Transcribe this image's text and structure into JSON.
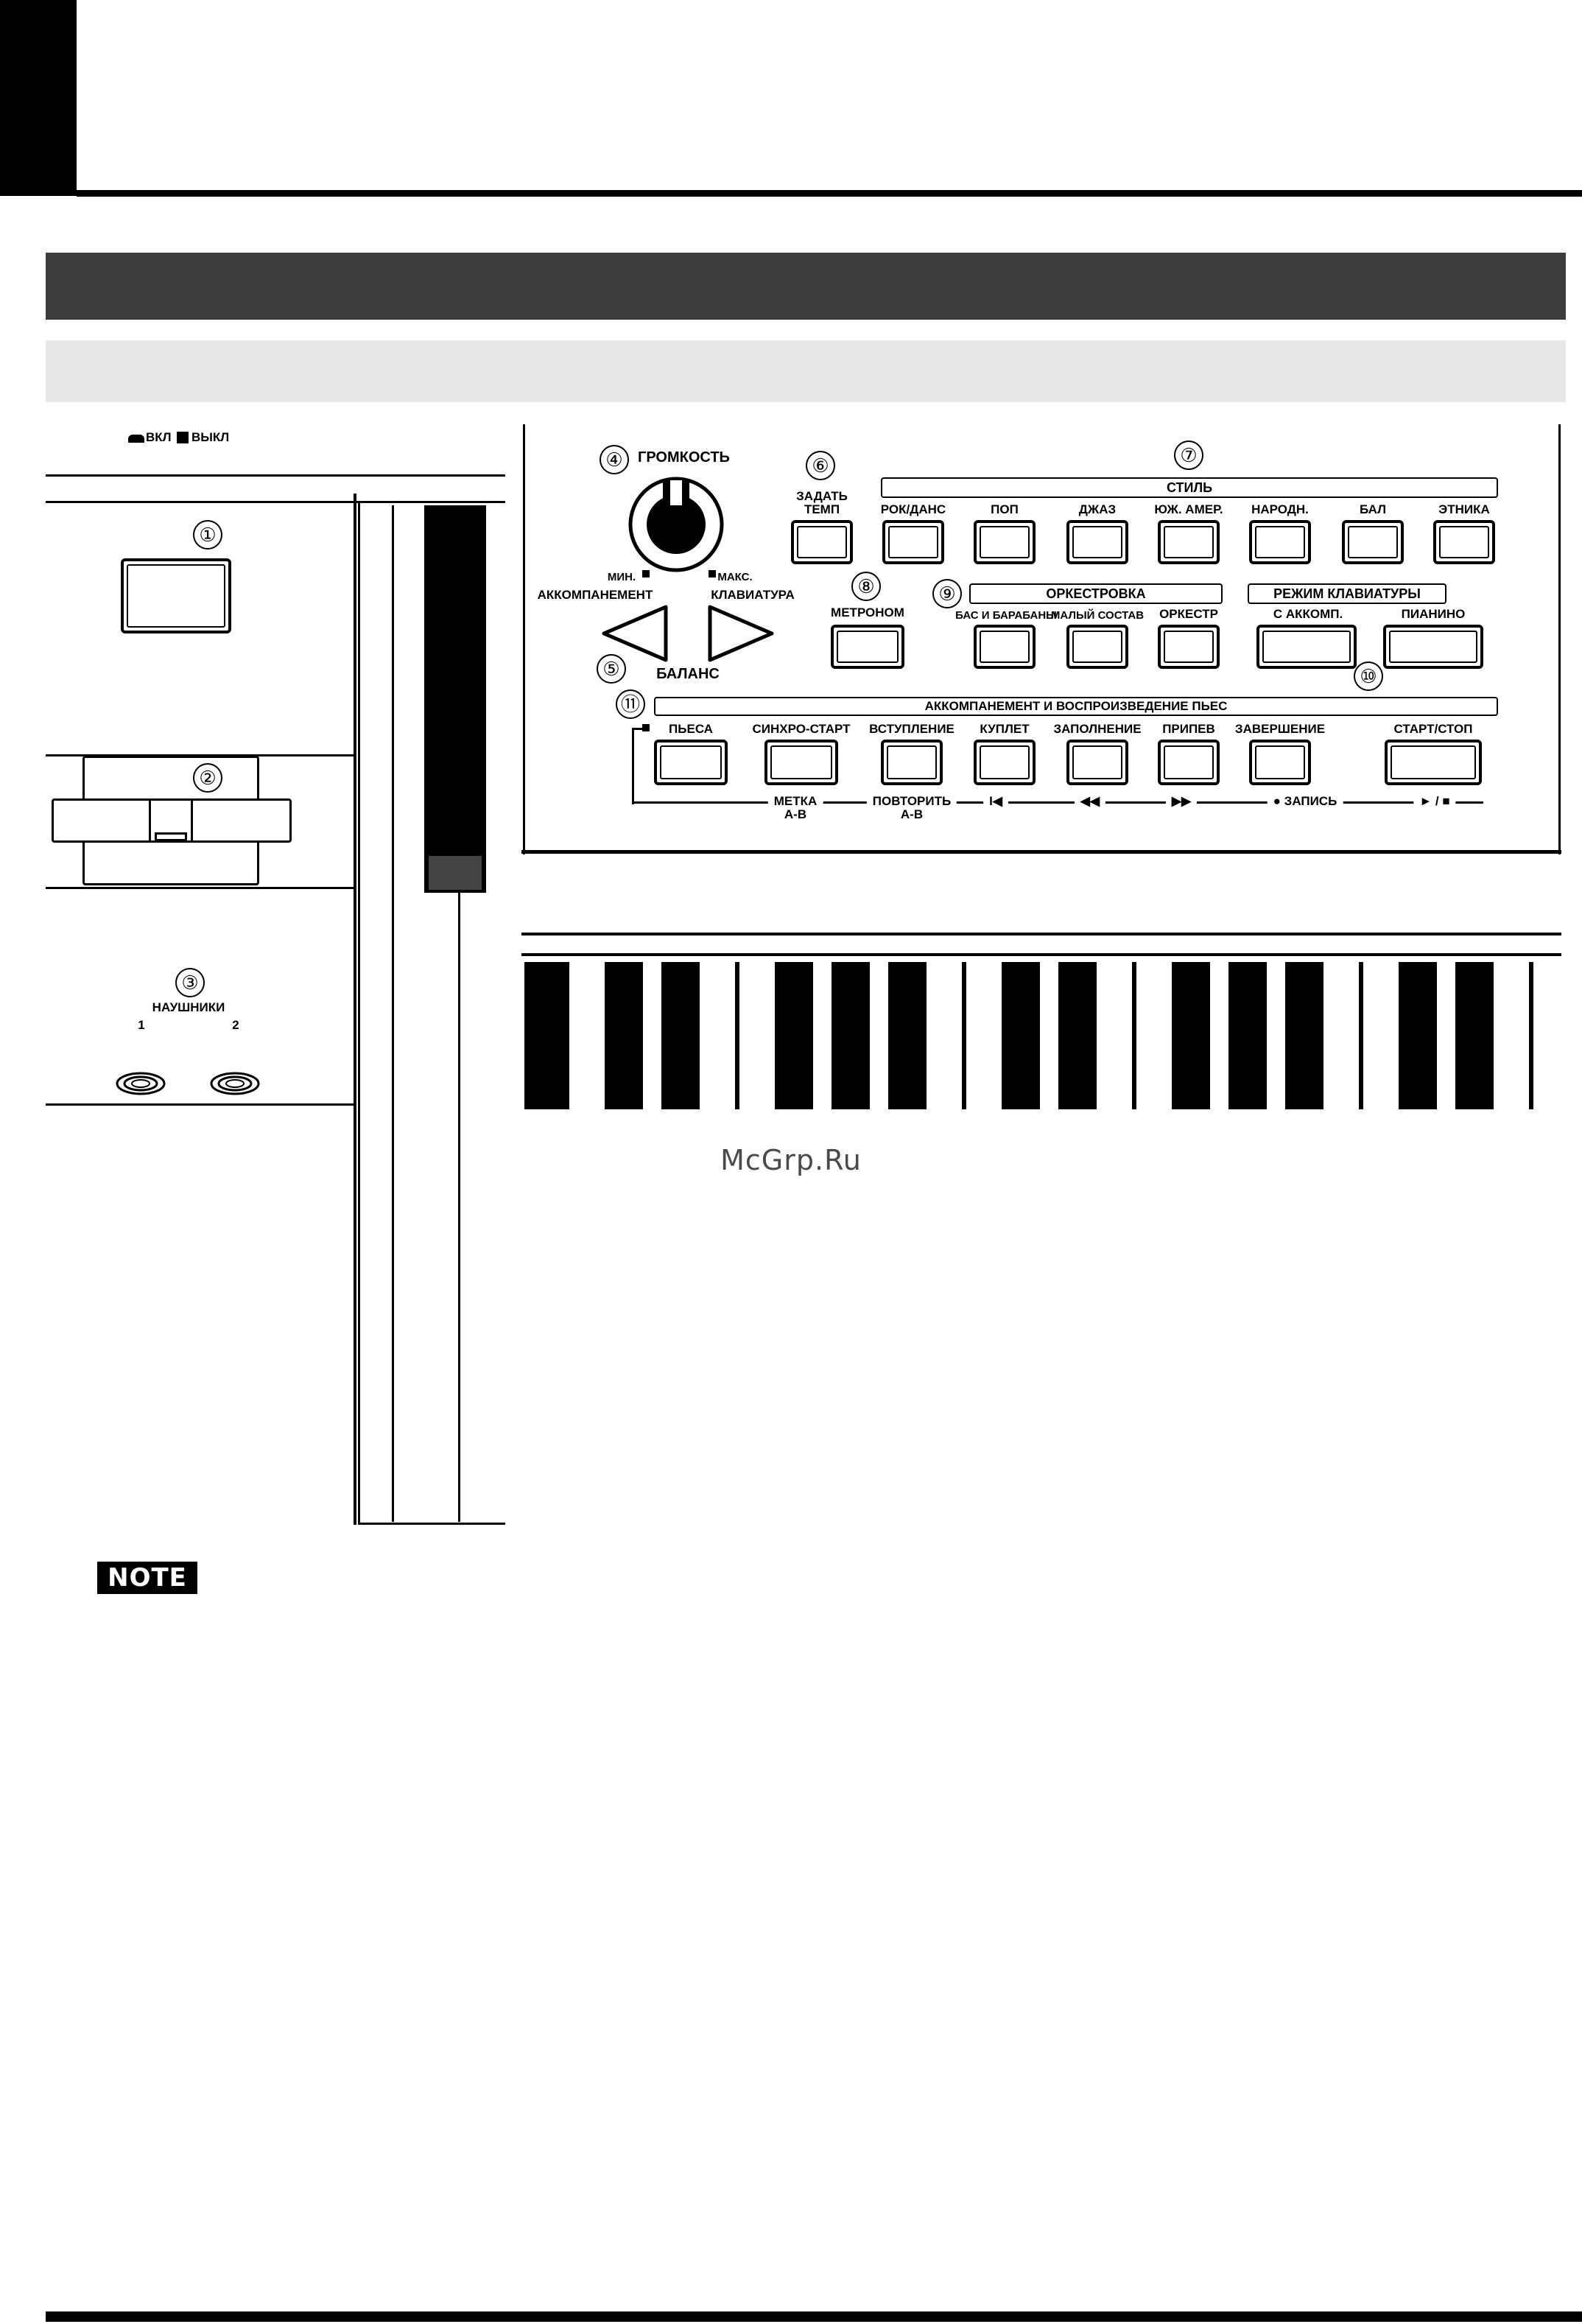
{
  "header": {},
  "panel_left": {
    "power_label": "ВКЛ",
    "power_off_label": "ВЫКЛ",
    "callouts": [
      "①",
      "②",
      "③"
    ],
    "headphones_label": "НАУШНИКИ",
    "jack1": "1",
    "jack2": "2"
  },
  "panel_main": {
    "volume": {
      "callout": "④",
      "label": "ГРОМКОСТЬ",
      "min_label": "МИН.",
      "max_label": "МАКС."
    },
    "balance": {
      "callout": "⑤",
      "label": "БАЛАНС",
      "left_label": "АККОМПАНЕМЕНТ",
      "right_label": "КЛАВИАТУРА"
    },
    "tempo": {
      "callout": "⑥",
      "line1": "ЗАДАТЬ",
      "line2": "ТЕМП"
    },
    "style": {
      "callout": "⑦",
      "header": "СТИЛЬ",
      "buttons": [
        "РОК/ДАНС",
        "ПОП",
        "ДЖАЗ",
        "ЮЖ. АМЕР.",
        "НАРОДН.",
        "БАЛ",
        "ЭТНИКА"
      ]
    },
    "metronome": {
      "callout": "⑧",
      "label": "МЕТРОНОМ"
    },
    "orchestration": {
      "callout": "⑨",
      "header": "ОРКЕСТРОВКА",
      "buttons": [
        "БАС И БАРАБАНЫ",
        "МАЛЫЙ СОСТАВ",
        "ОРКЕСТР"
      ]
    },
    "keyboard_mode": {
      "callout": "⑩",
      "header": "РЕЖИМ КЛАВИАТУРЫ",
      "buttons": [
        "С АККОМП.",
        "ПИАНИНО"
      ]
    },
    "accomp": {
      "callout": "⑪",
      "header": "АККОМПАНЕМЕНТ И ВОСПРОИЗВЕДЕНИЕ ПЬЕС",
      "buttons": [
        "ПЬЕСА",
        "СИНХРО-СТАРТ",
        "ВСТУПЛЕНИЕ",
        "КУПЛЕТ",
        "ЗАПОЛНЕНИЕ",
        "ПРИПЕВ",
        "ЗАВЕРШЕНИЕ",
        "СТАРТ/СТОП"
      ],
      "sub_mark": [
        "МЕТКА",
        "А-В"
      ],
      "sub_repeat": [
        "ПОВТОРИТЬ",
        "А-В"
      ],
      "sub_prev": "I◀",
      "sub_rew": "◀◀",
      "sub_ff": "▶▶",
      "sub_rec": "● ЗАПИСЬ",
      "sub_play": "► / ■"
    }
  },
  "watermark": "McGrp.Ru",
  "note_badge": "NOTE"
}
